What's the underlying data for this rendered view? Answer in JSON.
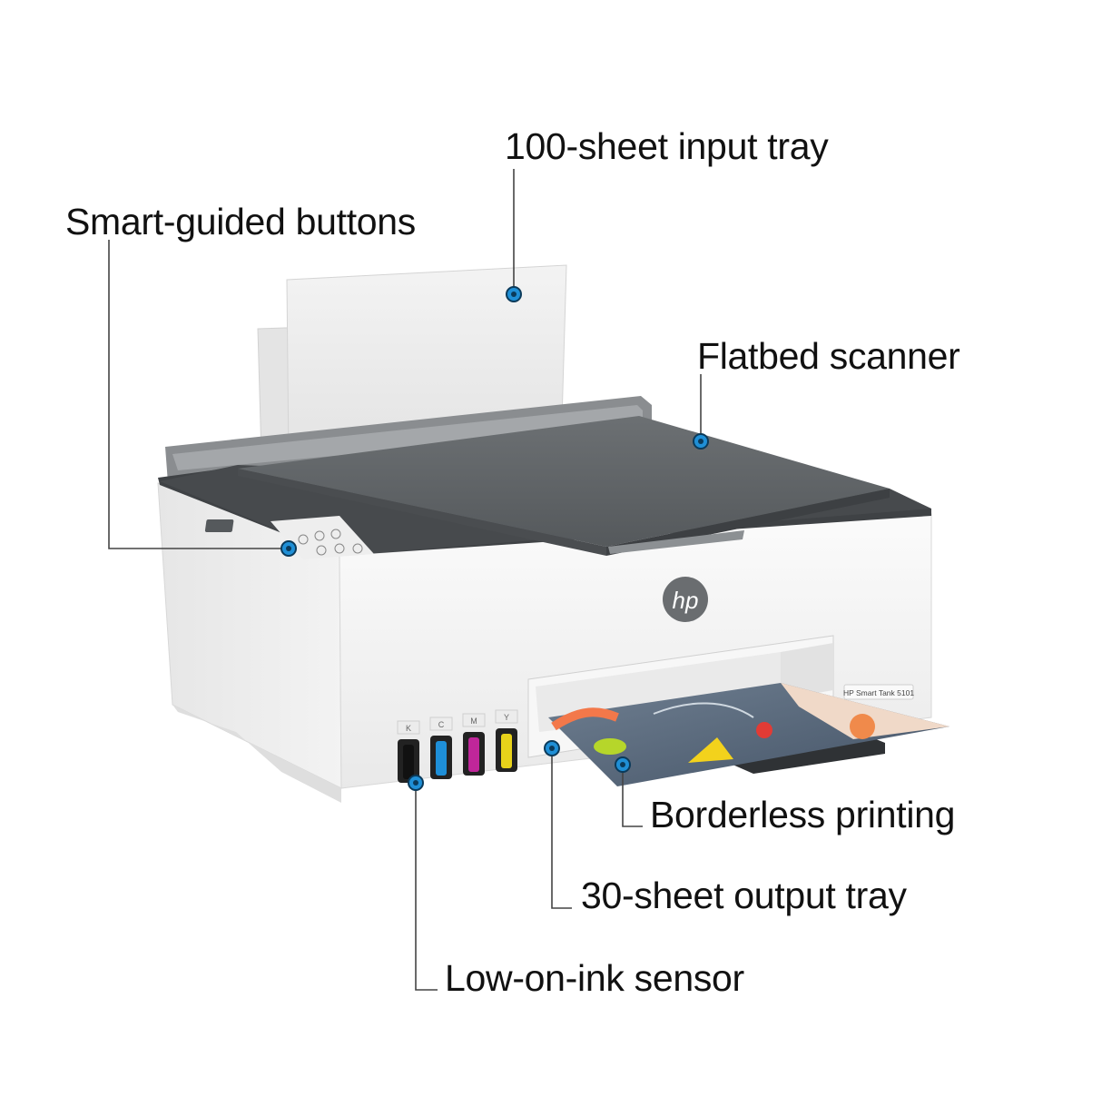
{
  "callouts": {
    "input_tray": "100-sheet input tray",
    "buttons": "Smart-guided buttons",
    "scanner": "Flatbed scanner",
    "borderless": "Borderless printing",
    "output_tray": "30-sheet output tray",
    "ink_sensor": "Low-on-ink sensor"
  },
  "product": {
    "brand_logo": "hp",
    "model_label": "HP Smart Tank 5101",
    "ink_tanks": [
      "K",
      "C",
      "M",
      "Y"
    ]
  },
  "colors": {
    "marker": "#1f8fd6",
    "leader_line": "#444444",
    "lid": "#5f6366",
    "body": "#f2f2f2",
    "ink_black": "#1a1a1a",
    "ink_cyan": "#1e8fd8",
    "ink_magenta": "#c0269a",
    "ink_yellow": "#e8d21a"
  }
}
